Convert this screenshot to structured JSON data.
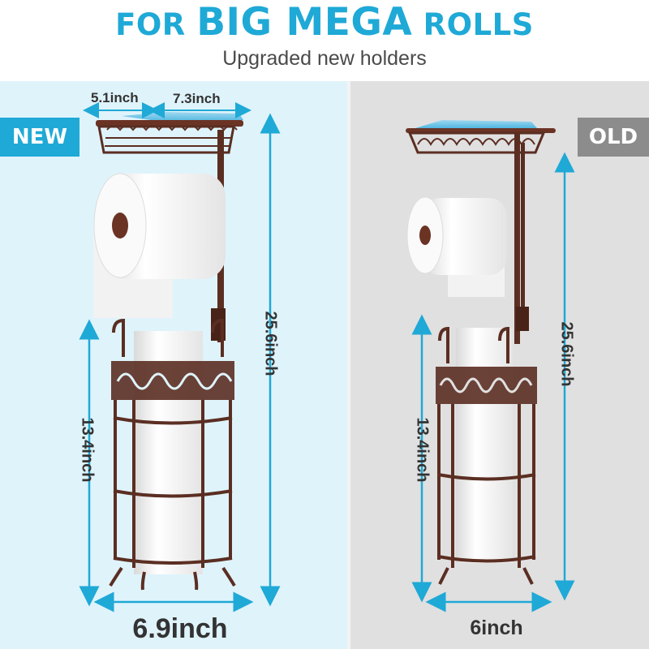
{
  "header": {
    "headline_prefix": "FOR ",
    "headline_emph": "BIG MEGA",
    "headline_suffix": " ROLLS",
    "subheadline": "Upgraded new holders"
  },
  "new_holder": {
    "badge": "NEW",
    "shelf_width_left": "5.1inch",
    "shelf_width_right": "7.3inch",
    "total_height": "25.6inch",
    "basket_height": "13.4inch",
    "base_width": "6.9inch"
  },
  "old_holder": {
    "badge": "OLD",
    "total_height": "25.6inch",
    "basket_height": "13.4inch",
    "base_width": "6inch"
  },
  "colors": {
    "accent": "#1fa9d6",
    "bronze": "#5b2e22",
    "new_panel": "#dff3fb",
    "old_panel": "#e0e0e0",
    "old_badge": "#8c8c8c"
  }
}
